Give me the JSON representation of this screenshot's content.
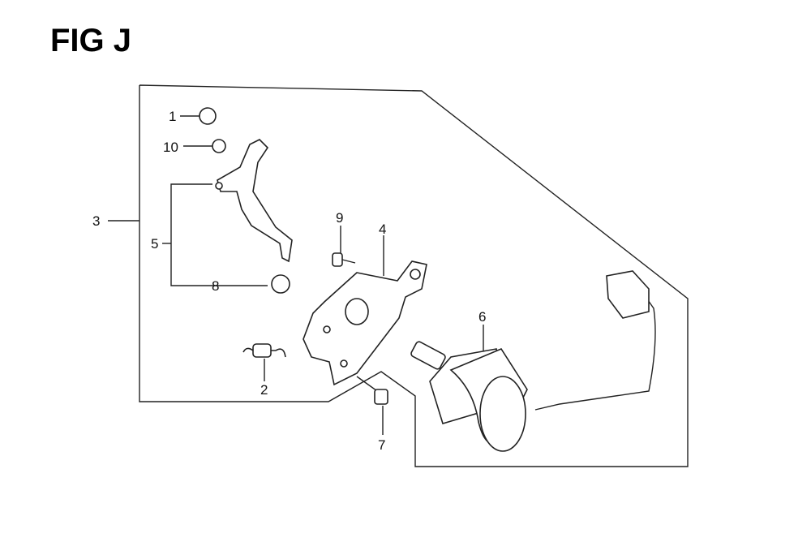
{
  "title": "FIG J",
  "callouts": {
    "c1": "1",
    "c2": "2",
    "c3": "3",
    "c4": "4",
    "c5": "5",
    "c6": "6",
    "c7": "7",
    "c8": "8",
    "c9": "9",
    "c10": "10"
  }
}
